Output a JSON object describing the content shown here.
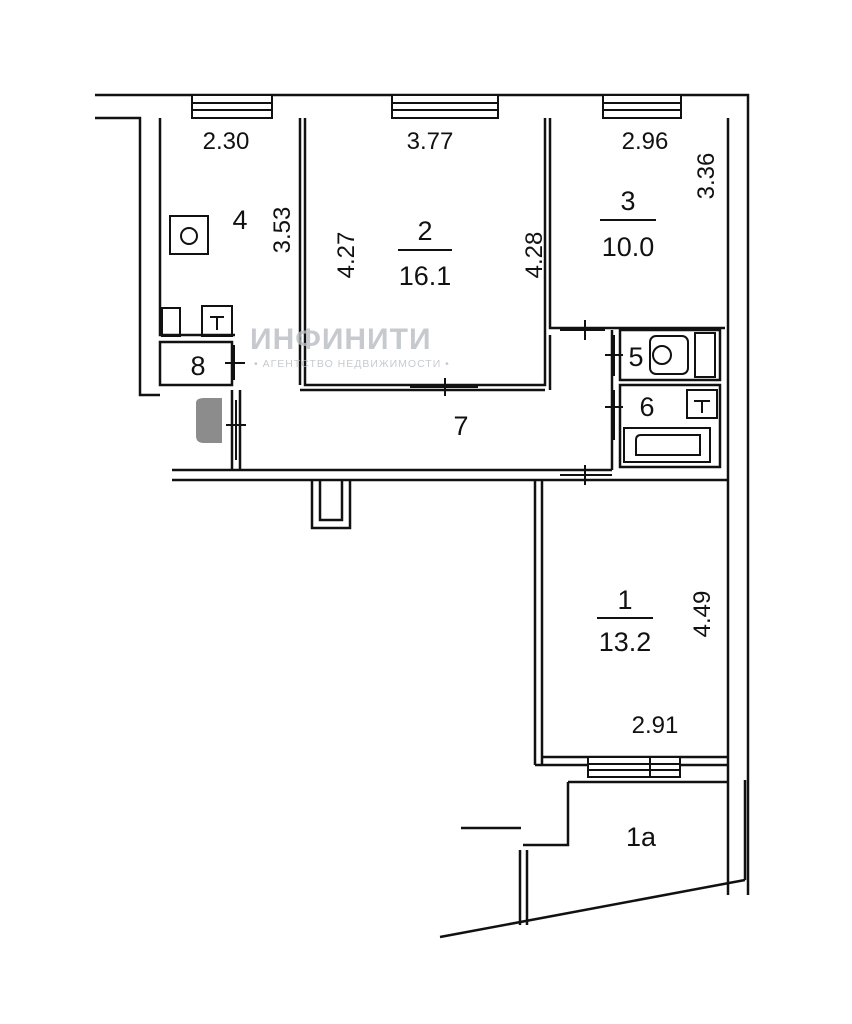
{
  "rooms": {
    "r1": {
      "number": "1",
      "area": "13.2",
      "length": "4.49",
      "width": "2.91"
    },
    "r1a": {
      "number": "1а"
    },
    "r2": {
      "number": "2",
      "area": "16.1",
      "width": "3.77",
      "length_left": "4.27",
      "length_right": "4.28"
    },
    "r3": {
      "number": "3",
      "area": "10.0",
      "width": "2.96",
      "length": "3.36"
    },
    "r4": {
      "number": "4",
      "width": "2.30",
      "length": "3.53"
    },
    "r5": {
      "number": "5"
    },
    "r6": {
      "number": "6"
    },
    "r7": {
      "number": "7"
    },
    "r8": {
      "number": "8"
    }
  },
  "watermark": {
    "logo": "ИНФИНИТИ",
    "tagline": "• АГЕНТСТВО НЕДВИЖИМОСТИ •"
  }
}
